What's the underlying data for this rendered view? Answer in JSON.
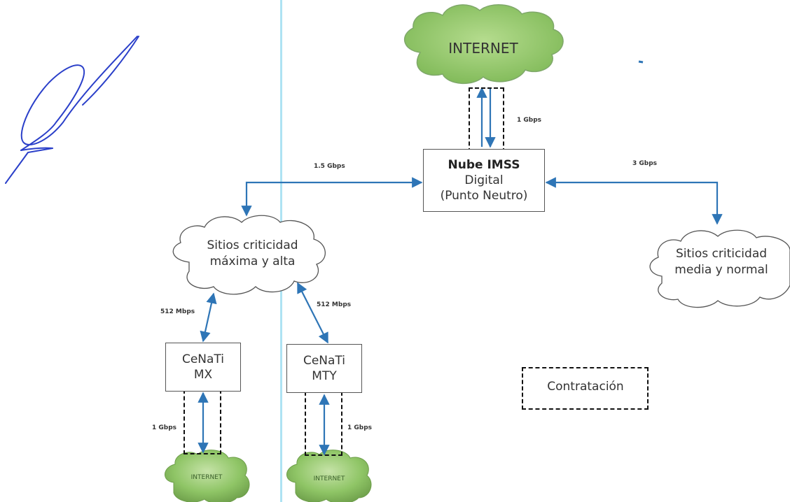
{
  "nodes": {
    "internet_top": "INTERNET",
    "nube": {
      "line1": "Nube IMSS",
      "line2": "Digital",
      "line3": "(Punto Neutro)"
    },
    "sitios_max": {
      "line1": "Sitios criticidad",
      "line2": "máxima y alta"
    },
    "sitios_media": {
      "line1": "Sitios criticidad",
      "line2": "media y normal"
    },
    "cenati_mx": {
      "line1": "CeNaTi",
      "line2": "MX"
    },
    "cenati_mty": {
      "line1": "CeNaTi",
      "line2": "MTY"
    },
    "internet_mx": "INTERNET",
    "internet_mty": "INTERNET"
  },
  "links": {
    "internet_nube": "1 Gbps",
    "nube_sitios_max": "1.5 Gbps",
    "nube_sitios_media": "3 Gbps",
    "sitios_mx": "512 Mbps",
    "sitios_mty": "512 Mbps",
    "mx_internet": "1 Gbps",
    "mty_internet": "1 Gbps"
  },
  "legend": {
    "dashed_box": "Contratación"
  },
  "colors": {
    "arrow": "#2e75b6",
    "cloud_green": "#8cc461",
    "divider": "#aee3f3",
    "signature": "#2a3fc9"
  }
}
